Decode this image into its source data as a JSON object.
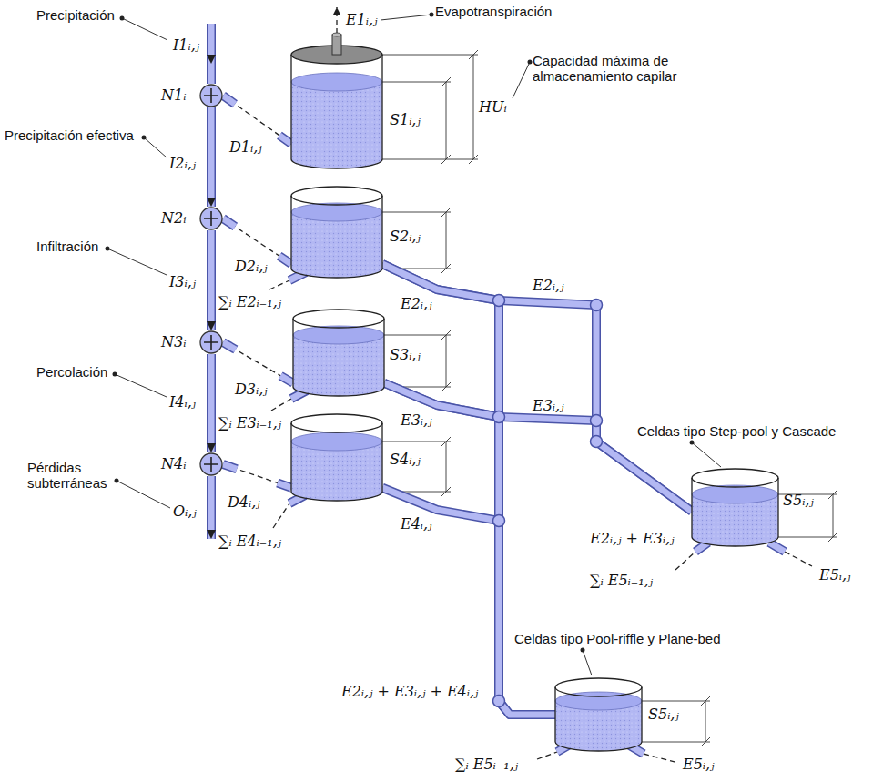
{
  "diagram": {
    "nodes": [
      {
        "text": [
          "N1ᵢ"
        ]
      },
      {
        "text": [
          "S1ᵢ,ⱼ",
          "HUᵢ"
        ]
      },
      {
        "text": [
          "N2ᵢ"
        ]
      },
      {
        "text": [
          "S2ᵢ,ⱼ"
        ]
      },
      {
        "text": [
          "N3ᵢ"
        ]
      },
      {
        "text": [
          "S3ᵢ,ⱼ"
        ]
      },
      {
        "text": [
          "N4ᵢ"
        ]
      },
      {
        "text": [
          "S4ᵢ,ⱼ"
        ]
      },
      {
        "text": [
          "Celdas tipo Step-pool y Cascade",
          "S5ᵢ,ⱼ"
        ]
      },
      {
        "text": [
          "Celdas tipo Pool-riffle y Plane-bed",
          "S5ᵢ,ⱼ"
        ]
      }
    ],
    "edges": [
      {
        "from": 0,
        "to": 1,
        "label": "D1ᵢ,ⱼ",
        "arrow": "none"
      },
      {
        "from": 0,
        "to": 2,
        "label": "I2ᵢ,ⱼ",
        "arrow": "to"
      },
      {
        "from": 2,
        "to": 3,
        "label": "D2ᵢ,ⱼ",
        "arrow": "none"
      },
      {
        "from": 2,
        "to": 4,
        "label": "I3ᵢ,ⱼ",
        "arrow": "to"
      },
      {
        "from": 4,
        "to": 5,
        "label": "D3ᵢ,ⱼ",
        "arrow": "none"
      },
      {
        "from": 4,
        "to": 6,
        "label": "I4ᵢ,ⱼ",
        "arrow": "to"
      },
      {
        "from": 6,
        "to": 7,
        "label": "D4ᵢ,ⱼ",
        "arrow": "none"
      },
      {
        "from": 3,
        "to": 9,
        "label": "E2ᵢ,ⱼ",
        "arrow": "none"
      },
      {
        "from": 3,
        "to": 8,
        "label": "E2ᵢ,ⱼ",
        "arrow": "none"
      },
      {
        "from": 5,
        "to": 9,
        "label": "E3ᵢ,ⱼ",
        "arrow": "none"
      },
      {
        "from": 5,
        "to": 8,
        "label": "E3ᵢ,ⱼ",
        "arrow": "none"
      },
      {
        "from": 7,
        "to": 9,
        "label": "E4ᵢ,ⱼ",
        "arrow": "none"
      }
    ],
    "labels": [
      "Precipitación",
      "I1ᵢ,ⱼ",
      "Evapotranspiración",
      "E1ᵢ,ⱼ",
      "Capacidad máxima de almacenamiento capilar",
      "Precipitación efectiva",
      "Infiltración",
      "Percolación",
      "Pérdidas subterráneas",
      "Oᵢ,ⱼ",
      "∑ᵢ E2ᵢ₋₁,ⱼ",
      "∑ᵢ E3ᵢ₋₁,ⱼ",
      "∑ᵢ E4ᵢ₋₁,ⱼ",
      "E2ᵢ,ⱼ + E3ᵢ,ⱼ",
      "E2ᵢ,ⱼ + E3ᵢ,ⱼ + E4ᵢ,ⱼ",
      "∑ᵢ E5ᵢ₋₁,ⱼ",
      "E5ᵢ,ⱼ",
      "∑ᵢ E5ᵢ₋₁,ⱼ",
      "E5ᵢ,ⱼ"
    ]
  }
}
